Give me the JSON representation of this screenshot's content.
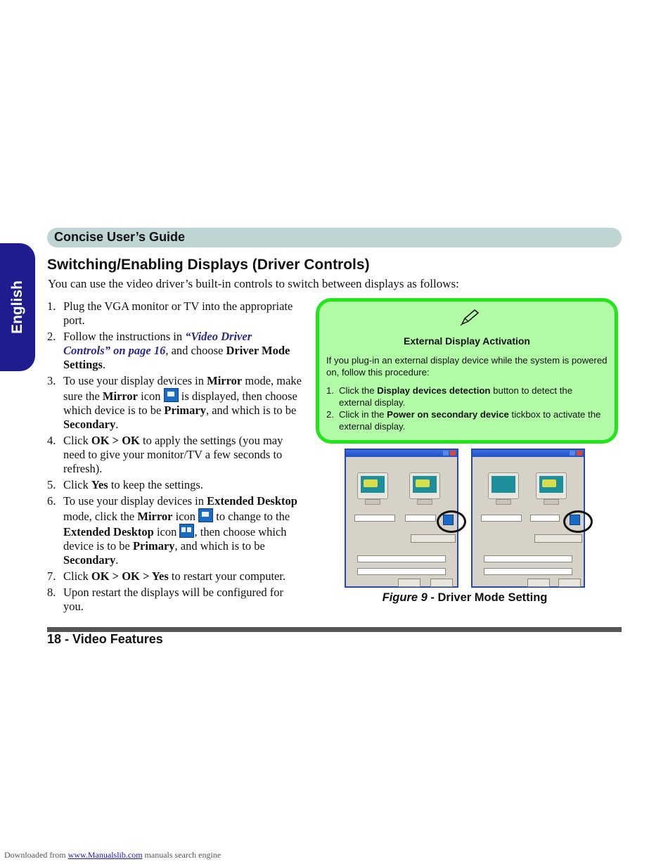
{
  "side_tab": "English",
  "header": {
    "title": "Concise User’s Guide"
  },
  "section": {
    "title": "Switching/Enabling Displays (Driver Controls)",
    "intro": "You can use the video driver’s built-in controls to switch between displays as follows:"
  },
  "steps": [
    {
      "num": "1.",
      "t1": "Plug the VGA monitor or TV into the appropriate port."
    },
    {
      "num": "2.",
      "t1": "Follow the instructions in ",
      "link": "“Video Driver Controls” on page 16",
      "t2": ", and choose ",
      "b1": "Driver Mode Settings",
      "t3": "."
    },
    {
      "num": "3.",
      "t1": "To use your display devices in ",
      "b1": "Mirror",
      "t2": " mode, make sure the ",
      "b2": "Mirror",
      "t3": " icon ",
      "t4": " is displayed, then choose which device is to be ",
      "b3": "Primary",
      "t5": ", and which is to be ",
      "b4": "Secondary",
      "t6": "."
    },
    {
      "num": "4.",
      "t1": "Click ",
      "b1": "OK > OK",
      "t2": " to apply the settings (you may need to give your monitor/TV a few seconds to refresh)."
    },
    {
      "num": "5.",
      "t1": "Click ",
      "b1": "Yes",
      "t2": " to keep the settings."
    },
    {
      "num": "6.",
      "t1": "To use your display devices in ",
      "b1": "Extended Desktop",
      "t2": " mode, click the ",
      "b2": "Mirror",
      "t3": " icon ",
      "t4": " to change to the ",
      "b3": "Extended Desktop",
      "t5": " icon ",
      "t6": ", then choose which device is to be ",
      "b4": "Primary",
      "t7": ", and which is to be ",
      "b5": "Secondary",
      "t8": "."
    },
    {
      "num": "7.",
      "t1": "Click ",
      "b1": "OK > OK > Yes",
      "t2": " to restart your computer."
    },
    {
      "num": "8.",
      "t1": "Upon restart the displays will be configured for you."
    }
  ],
  "note": {
    "icon": "pen-icon",
    "title": "External Display Activation",
    "para": "If you plug-in an external display device while the system is powered on, follow this procedure:",
    "items": [
      {
        "num": "1.",
        "t1": "Click the ",
        "b1": "Display devices detection",
        "t2": " button to detect the external display."
      },
      {
        "num": "2.",
        "t1": "Click in the ",
        "b1": "Power on secondary device",
        "t2": " tickbox to activate the external display."
      }
    ]
  },
  "figure": {
    "label": "Figure 9",
    "sep": " - ",
    "caption": "Driver Mode Setting"
  },
  "footer": {
    "page": "18 -  Video Features"
  },
  "download": {
    "prefix": "Downloaded from ",
    "link": "www.Manualslib.com",
    "suffix": "  manuals search engine"
  },
  "colors": {
    "side_tab": "#1f1c8f",
    "header_bar": "#bed5d3",
    "note_bg": "#b2fca8",
    "note_border": "#23e51a",
    "link": "#2a2a8a",
    "footer_rule": "#555555"
  }
}
